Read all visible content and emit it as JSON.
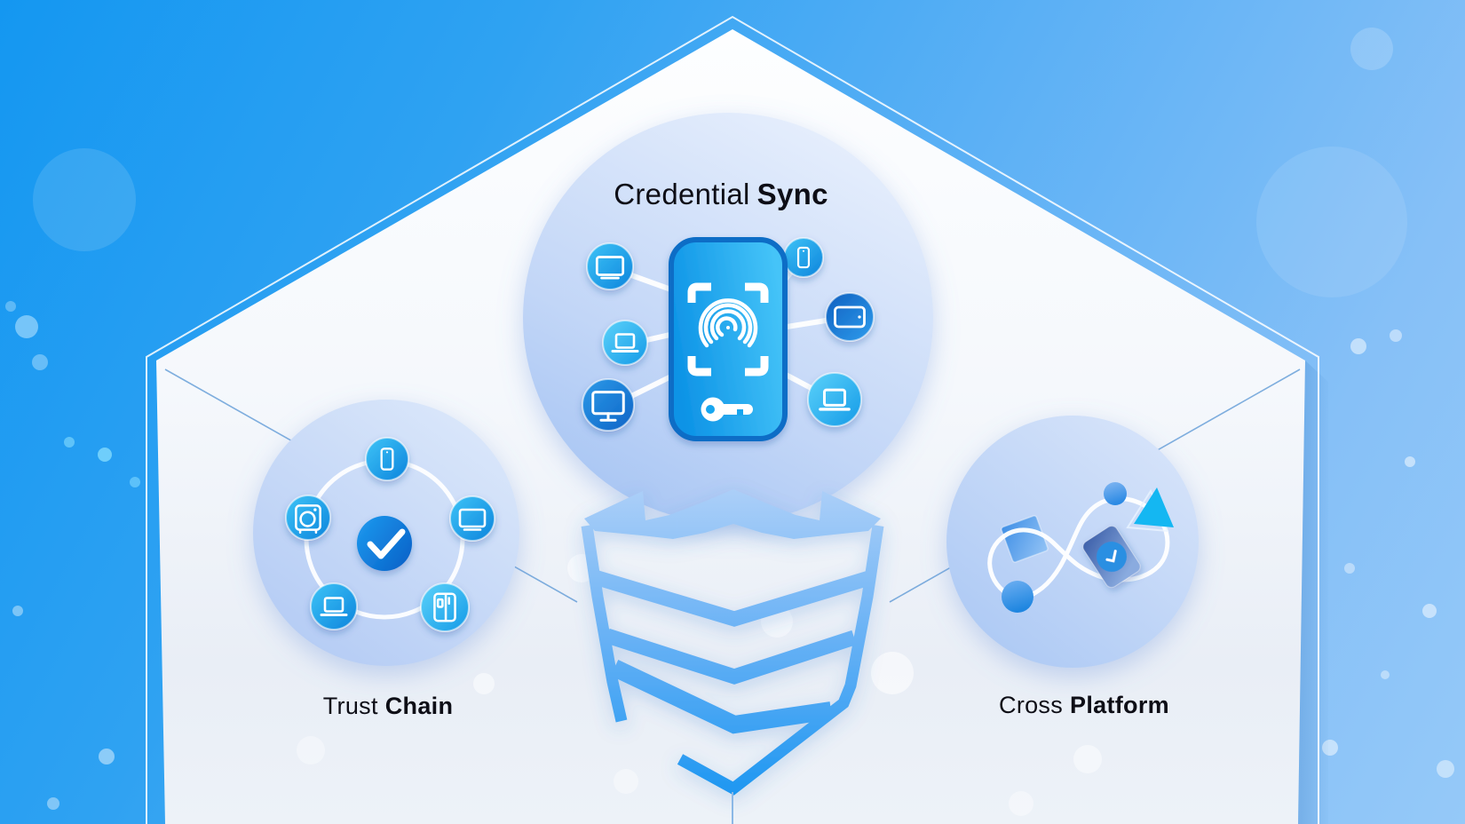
{
  "page": {
    "type": "security-platform-infographic"
  },
  "center": {
    "logo_icon": "knox-shield-logo"
  },
  "groups": {
    "credential_sync": {
      "label_regular": "Credential",
      "label_bold": "Sync",
      "hub_icon": "fingerprint-phone",
      "hub_elements": [
        "viewfinder-brackets",
        "fingerprint",
        "key"
      ],
      "satellites": [
        "tv",
        "laptop",
        "desktop-monitor",
        "smartphone",
        "tablet",
        "laptop"
      ]
    },
    "trust_chain": {
      "label_regular": "Trust",
      "label_bold": "Chain",
      "hub_icon": "checkmark",
      "satellites": [
        "smartphone",
        "washing-machine",
        "tv",
        "laptop",
        "refrigerator"
      ]
    },
    "cross_platform": {
      "label_regular": "Cross",
      "label_bold": "Platform",
      "loop_icon": "infinity-loop",
      "shapes": [
        "circle",
        "triangle",
        "smart-card-clock",
        "square",
        "circle"
      ]
    }
  },
  "colors": {
    "background_blue": "#2d9ff2",
    "panel_white": "#f3f7fc",
    "accent_blue": "#1b96ee",
    "bright_cyan": "#16b6f3",
    "deep_blue": "#0b63c6",
    "text_dark": "#0e0e16"
  }
}
